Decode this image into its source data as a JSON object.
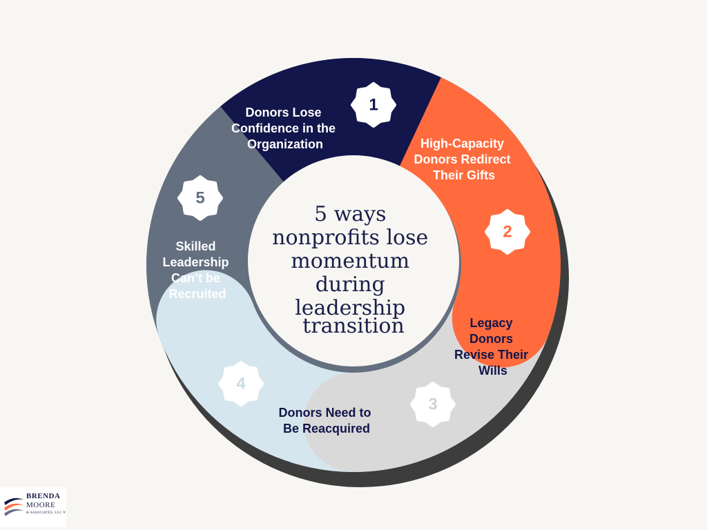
{
  "title": [
    "5 ways",
    "nonprofits lose",
    "momentum",
    "during",
    "leadership",
    "transition"
  ],
  "segments": [
    {
      "number": "1",
      "lines": [
        "Donors Lose",
        "Confidence in the",
        "Organization"
      ],
      "color": "#12164a",
      "text_color": "#ffffff",
      "badge_text_color": "#12164a"
    },
    {
      "number": "2",
      "lines": [
        "High-Capacity",
        "Donors Redirect",
        "Their Gifts"
      ],
      "color": "#ff6b3d",
      "text_color": "#ffffff",
      "badge_text_color": "#ff6b3d"
    },
    {
      "number": "3",
      "lines": [
        "Legacy",
        "Donors",
        "Revise Their",
        "Wills"
      ],
      "color": "#d9d9d9",
      "text_color": "#12164a",
      "badge_text_color": "#d2d2d2"
    },
    {
      "number": "4",
      "lines": [
        "Donors Need to",
        "Be Reacquired"
      ],
      "color": "#d6e6ee",
      "text_color": "#12164a",
      "badge_text_color": "#c9dbe5"
    },
    {
      "number": "5",
      "lines": [
        "Skilled",
        "Leadership",
        "Can’t be",
        "Recruited"
      ],
      "color": "#646f80",
      "text_color": "#ffffff",
      "badge_text_color": "#646f80"
    }
  ],
  "colors": {
    "background": "#f8f6f2",
    "shadow": "#3d3d3d",
    "center": "#f8f6f2",
    "badge": "#ffffff"
  },
  "logo": {
    "line1": "BRENDA",
    "line2": "MOORE",
    "line3": "& ASSOCIATES, LLC ®"
  }
}
